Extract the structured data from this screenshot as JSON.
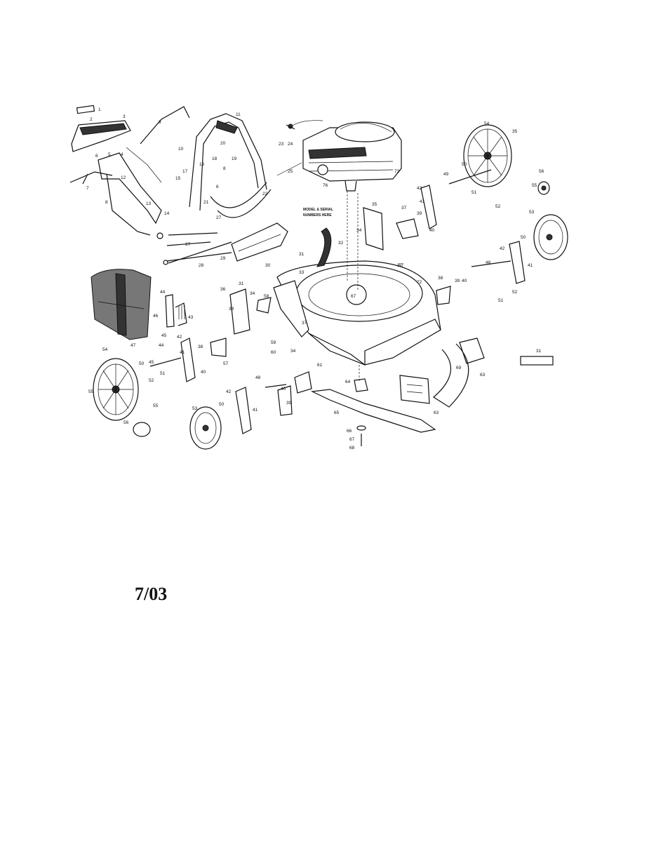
{
  "diagram": {
    "callout_text": [
      "MODEL & SERIAL",
      "NUMBERS HERE"
    ],
    "part_numbers": [
      "1",
      "2",
      "3",
      "4",
      "5",
      "6",
      "7",
      "8",
      "9",
      "10",
      "11",
      "12",
      "13",
      "14",
      "15",
      "16",
      "17",
      "18",
      "19",
      "20",
      "21",
      "22",
      "23",
      "24",
      "25",
      "26",
      "27",
      "28",
      "29",
      "30",
      "31",
      "32",
      "33",
      "34",
      "35",
      "36",
      "37",
      "38",
      "39",
      "40",
      "41",
      "42",
      "43",
      "44",
      "45",
      "46",
      "47",
      "48",
      "49",
      "50",
      "51",
      "52",
      "53",
      "54",
      "55",
      "56",
      "57",
      "58",
      "59",
      "60",
      "61",
      "63",
      "64",
      "65",
      "66",
      "67",
      "68",
      "69",
      "72",
      "73",
      "76"
    ]
  },
  "footer": {
    "date": "7/03"
  }
}
